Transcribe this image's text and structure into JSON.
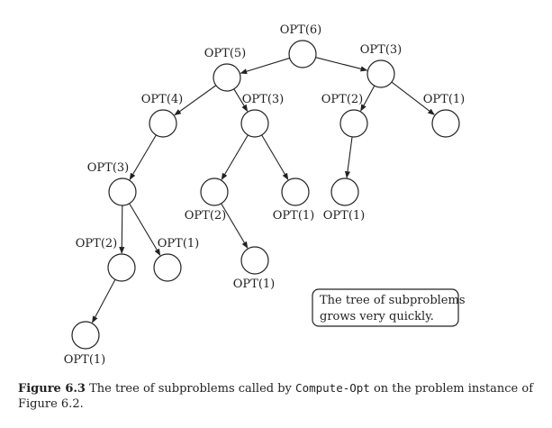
{
  "tree": {
    "nodes": [
      {
        "id": "n6",
        "label": "OPT(6)"
      },
      {
        "id": "n5",
        "label": "OPT(5)"
      },
      {
        "id": "n3a",
        "label": "OPT(3)"
      },
      {
        "id": "n4",
        "label": "OPT(4)"
      },
      {
        "id": "n3b",
        "label": "OPT(3)"
      },
      {
        "id": "n2a",
        "label": "OPT(2)"
      },
      {
        "id": "n1a",
        "label": "OPT(1)"
      },
      {
        "id": "n3c",
        "label": "OPT(3)"
      },
      {
        "id": "n2b",
        "label": "OPT(2)"
      },
      {
        "id": "n1b",
        "label": "OPT(1)"
      },
      {
        "id": "n1c",
        "label": "OPT(1)"
      },
      {
        "id": "n2c",
        "label": "OPT(2)"
      },
      {
        "id": "n1d",
        "label": "OPT(1)"
      },
      {
        "id": "n1e",
        "label": "OPT(1)"
      },
      {
        "id": "n1f",
        "label": "OPT(1)"
      }
    ],
    "edges": [
      [
        "n6",
        "n5"
      ],
      [
        "n6",
        "n3a"
      ],
      [
        "n5",
        "n4"
      ],
      [
        "n5",
        "n3b"
      ],
      [
        "n3a",
        "n2a"
      ],
      [
        "n3a",
        "n1a"
      ],
      [
        "n4",
        "n3c"
      ],
      [
        "n3b",
        "n2b"
      ],
      [
        "n3b",
        "n1b"
      ],
      [
        "n2a",
        "n1c"
      ],
      [
        "n3c",
        "n2c"
      ],
      [
        "n3c",
        "n1d"
      ],
      [
        "n2b",
        "n1e"
      ],
      [
        "n2c",
        "n1f"
      ]
    ]
  },
  "callout": {
    "line1": "The tree of subproblems",
    "line2": "grows very quickly."
  },
  "caption": {
    "figure_number": "Figure 6.3",
    "text_before": " The tree of subproblems called by ",
    "code": "Compute-Opt",
    "text_after": " on the problem instance of Figure 6.2."
  }
}
